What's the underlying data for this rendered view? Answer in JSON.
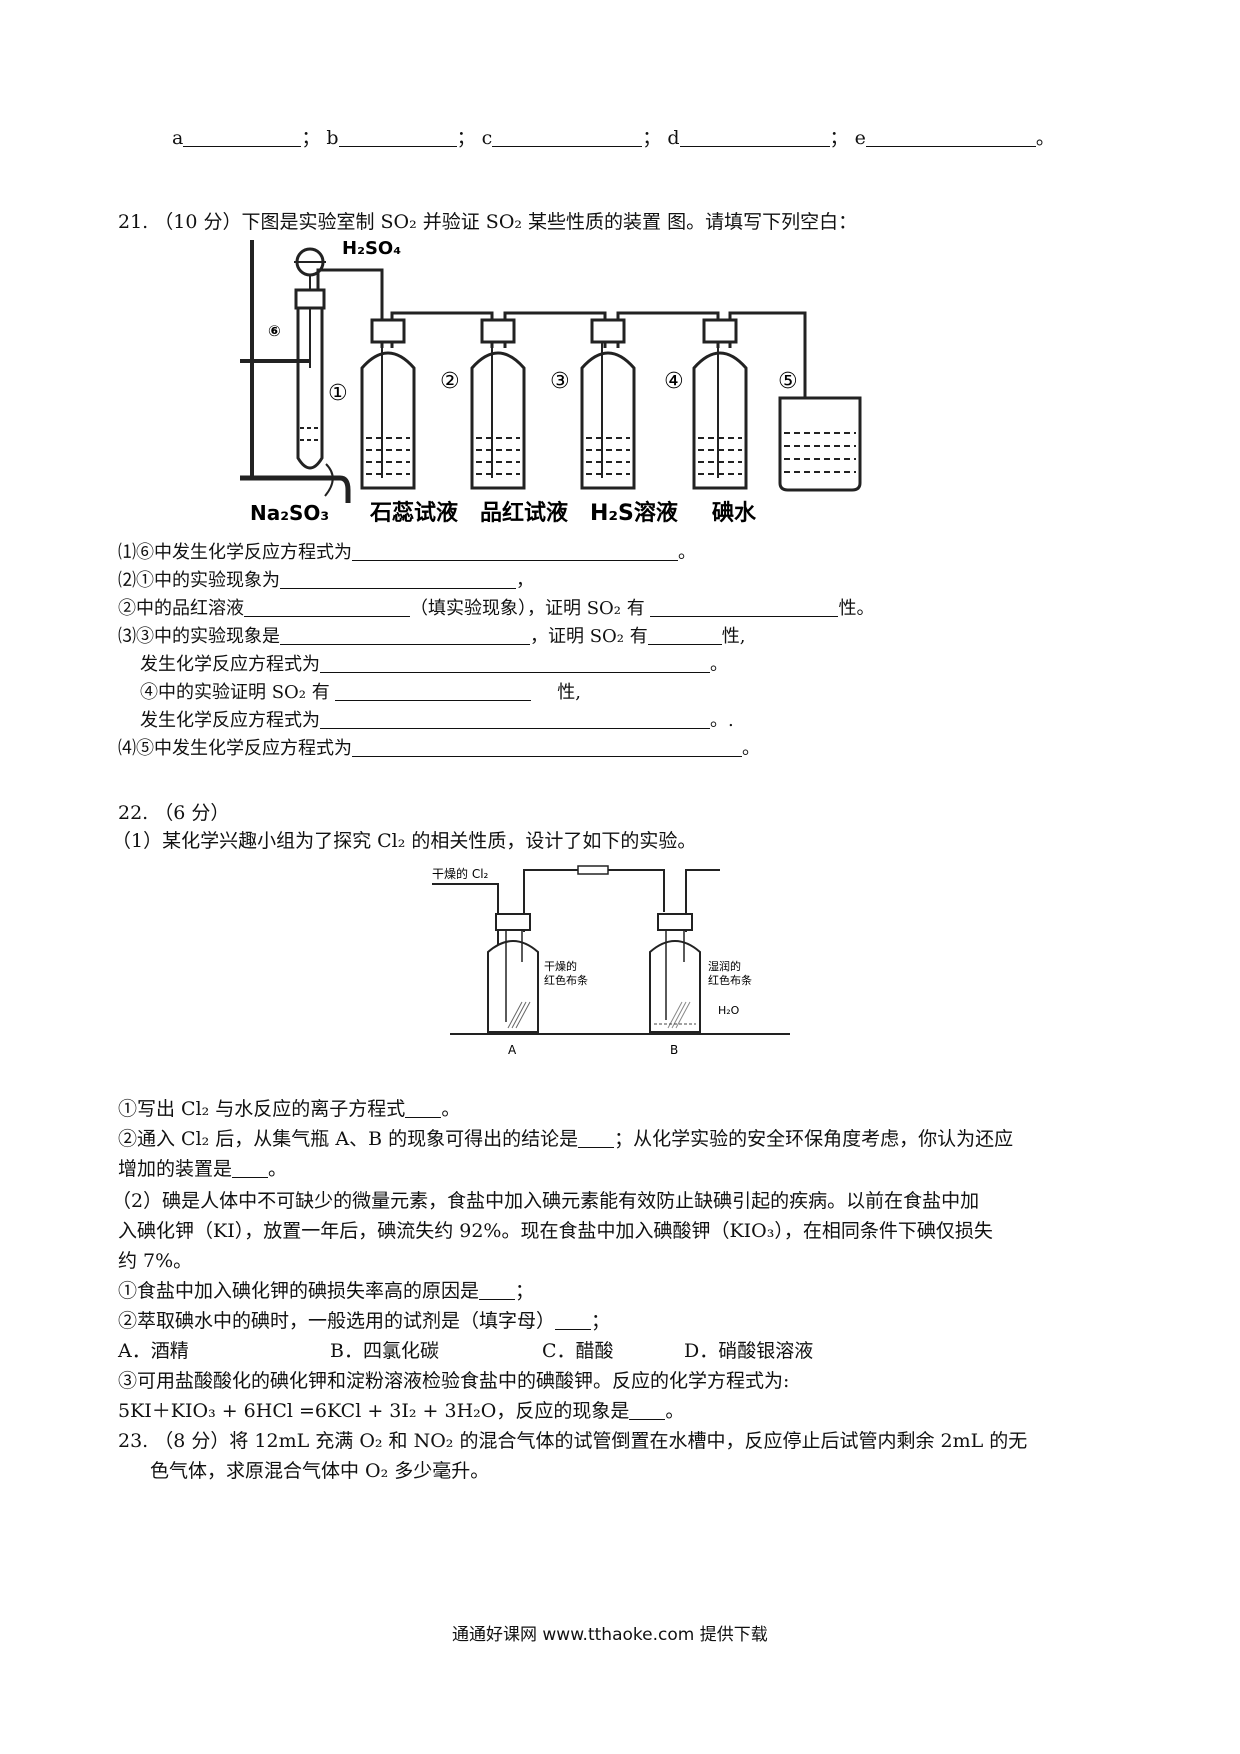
{
  "top_blanks": {
    "a": "a",
    "b": "b",
    "c": "c",
    "d": "d",
    "e": "e",
    "sep": "；",
    "end": "。"
  },
  "q21": {
    "header": "21. （10 分）下图是实验室制 SO₂ 并验证 SO₂ 某些性质的装置 图。请填写下列空白：",
    "figure": {
      "acid": "H₂SO₄",
      "salt": "Na₂SO₃",
      "n1": "①",
      "n2": "②",
      "n3": "③",
      "n4": "④",
      "n5": "⑤",
      "n6": "⑥",
      "b1": "石蕊试液",
      "b2": "品红试液",
      "b3": "H₂S溶液",
      "b4": "碘水"
    },
    "p1": "⑴⑥中发生化学反应方程式为",
    "p2a": "⑵①中的实验现象为",
    "p2b_pre": "②中的品红溶液",
    "p2b_mid": "（填实验现象），证明 SO₂ 有",
    "p2b_post": "性。",
    "p3a_pre": "⑶③中的实验现象是",
    "p3a_mid": "，证明 SO₂ 有",
    "p3a_post": "性,",
    "p3b": "发生化学反应方程式为",
    "p3c_pre": "④中的实验证明 SO₂ 有",
    "p3c_post": "性,",
    "p3d": "发生化学反应方程式为",
    "p4": "⑷⑤中发生化学反应方程式为"
  },
  "q22": {
    "header": "22. （6 分）",
    "intro": "（1）某化学兴趣小组为了探究 Cl₂ 的相关性质，设计了如下的实验。",
    "figure": {
      "gas": "干燥的 Cl₂",
      "dry1": "干燥的",
      "dry2": "红色布条",
      "wet1": "湿润的",
      "wet2": "红色布条",
      "water": "H₂O",
      "A": "A",
      "B": "B"
    },
    "l1": "①写出 Cl₂ 与水反应的离子方程式",
    "l2": "②通入 Cl₂ 后，从集气瓶 A、B 的现象可得出的结论是",
    "l2b": "；从化学实验的安全环保角度考虑，你认为还应",
    "l3": "增加的装置是",
    "p2a": "（2）碘是人体中不可缺少的微量元素，食盐中加入碘元素能有效防止缺碘引起的疾病。以前在食盐中加",
    "p2b": "入碘化钾（KI），放置一年后，碘流失约 92%。现在食盐中加入碘酸钾（KIO₃），在相同条件下碘仅损失",
    "p2c": "约 7%。",
    "s1": "①食盐中加入碘化钾的碘损失率高的原因是",
    "s2": "②萃取碘水中的碘时，一般选用的试剂是（填字母）",
    "optA": "A．酒精",
    "optB": "B．四氯化碳",
    "optC": "C．醋酸",
    "optD": "D．硝酸银溶液",
    "s3": "③可用盐酸酸化的碘化钾和淀粉溶液检验食盐中的碘酸钾。反应的化学方程式为:",
    "s4": "5KI＋KIO₃ + 6HCl =6KCl + 3I₂ + 3H₂O，反应的现象是"
  },
  "q23": {
    "l1": "23. （8 分）将 12mL 充满 O₂ 和 NO₂ 的混合气体的试管倒置在水槽中，反应停止后试管内剩余 2mL 的无",
    "l2": "色气体，求原混合气体中 O₂ 多少毫升。"
  },
  "footer": "通通好课网  www.tthaoke.com  提供下载"
}
